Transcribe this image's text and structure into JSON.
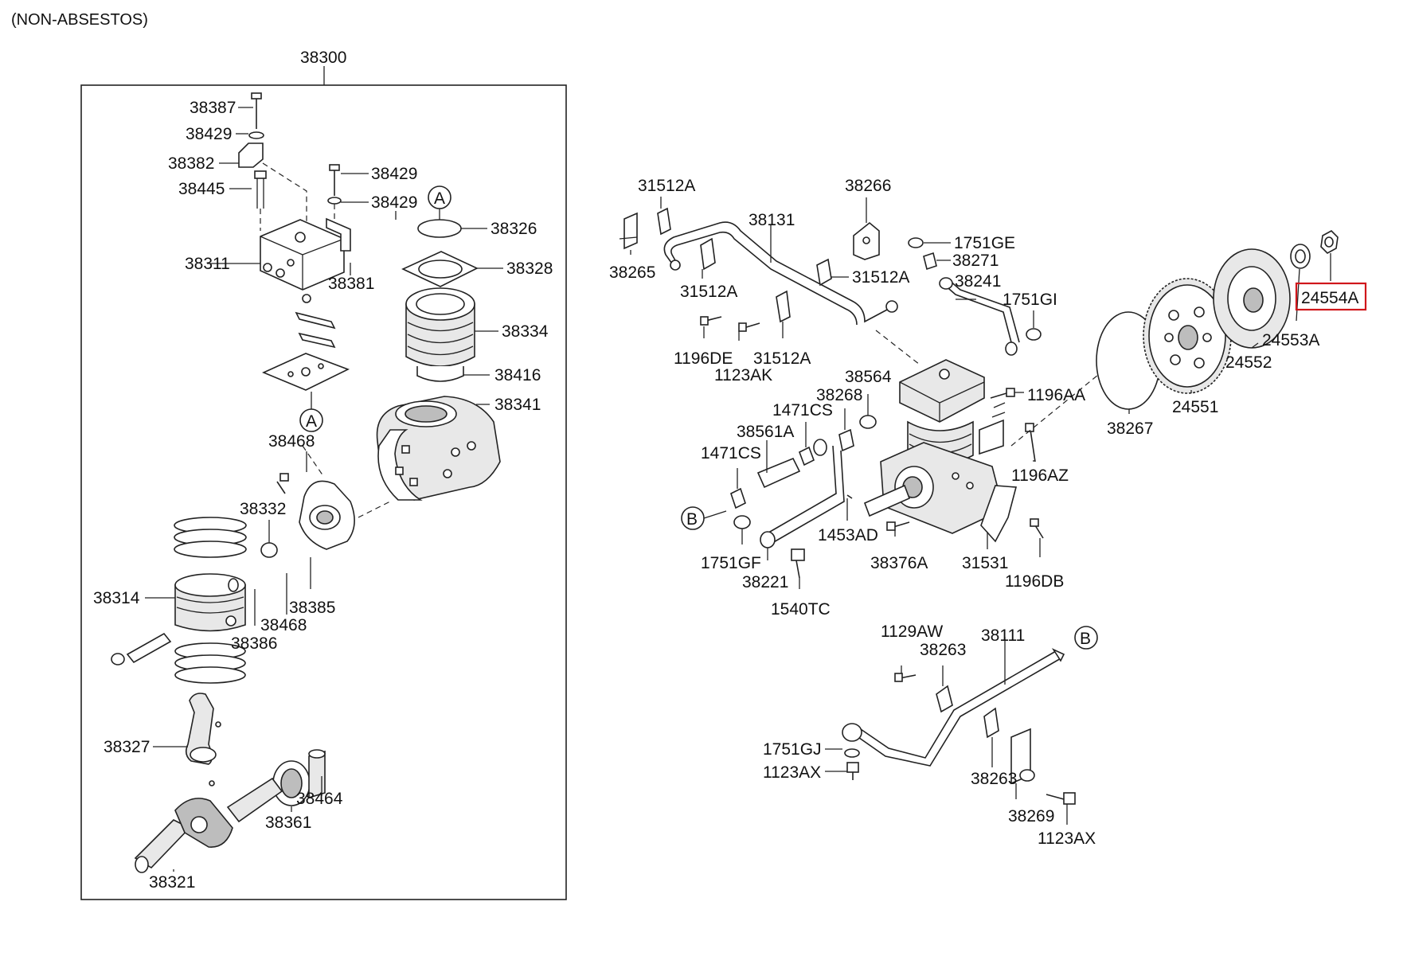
{
  "note": "(NON-ABSESTOS)",
  "assembly_label": "38300",
  "ref_markers": {
    "a": "A",
    "b": "B"
  },
  "highlight_color": "#d0161b",
  "parts": {
    "p38387": "38387",
    "p38429a": "38429",
    "p38382": "38382",
    "p38445": "38445",
    "p38429b": "38429",
    "p38429c": "38429",
    "p38326": "38326",
    "p38328": "38328",
    "p38311": "38311",
    "p38381": "38381",
    "p38334": "38334",
    "p38416": "38416",
    "p38341": "38341",
    "p38468a": "38468",
    "p38332": "38332",
    "p38314": "38314",
    "p38385": "38385",
    "p38468b": "38468",
    "p38386": "38386",
    "p38327": "38327",
    "p38464": "38464",
    "p38361": "38361",
    "p38321": "38321",
    "p31512a1": "31512A",
    "p38266": "38266",
    "p38131": "38131",
    "p38265": "38265",
    "p31512a2": "31512A",
    "p1751ge": "1751GE",
    "p38271": "38271",
    "p31512a3": "31512A",
    "p38241": "38241",
    "p1751gi": "1751GI",
    "p1196de": "1196DE",
    "p1123ak": "1123AK",
    "p31512a4": "31512A",
    "p38564": "38564",
    "p38268": "38268",
    "p1471cs1": "1471CS",
    "p1196aa": "1196AA",
    "p38561a": "38561A",
    "p1471cs2": "1471CS",
    "p1196az": "1196AZ",
    "p1751gf": "1751GF",
    "p1453ad": "1453AD",
    "p38376a": "38376A",
    "p31531": "31531",
    "p38221": "38221",
    "p1196db": "1196DB",
    "p1540tc": "1540TC",
    "p24554a": "24554A",
    "p24553a": "24553A",
    "p24552": "24552",
    "p24551": "24551",
    "p38267": "38267",
    "p1129aw": "1129AW",
    "p38263a": "38263",
    "p38111": "38111",
    "p1751gj": "1751GJ",
    "p1123ax1": "1123AX",
    "p38263b": "38263",
    "p38269": "38269",
    "p1123ax2": "1123AX"
  }
}
